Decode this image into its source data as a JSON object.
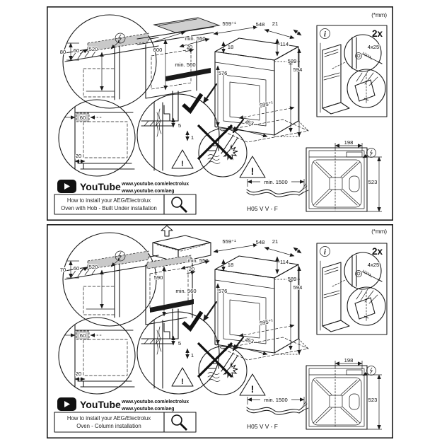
{
  "panels": [
    {
      "variant": "built-under",
      "units_note": "(*mm)",
      "top_detail": {
        "height_clearance": "80",
        "front_offset": "60",
        "depth": "520"
      },
      "corner_detail": {
        "side_clearance": "60",
        "plinth_recess": "20"
      },
      "cabinet": {
        "niche_height": "600",
        "niche_depth": "min. 550",
        "vent_gap": "20",
        "niche_width": "min. 560"
      },
      "oven": {
        "top_width": "559⁺¹",
        "top_depth": "548",
        "rear_gap": "21",
        "top_inset": "18",
        "control_height": "114",
        "front_height": "576",
        "body_height": "589",
        "total_height": "594",
        "front_width": "595⁺¹",
        "base_depth": "453"
      },
      "clamp_detail": {
        "top_gap": "5",
        "front_gap": "1"
      },
      "warning": {
        "exclamation": "!"
      },
      "cable": {
        "min_length": "min. 1500",
        "type": "H05 V V - F"
      },
      "hardware": {
        "info": "i",
        "quantity": "2x",
        "screw_size": "4x25"
      },
      "rear_view": {
        "terminal_offset": "198",
        "height": "523"
      },
      "youtube": {
        "brand": "YouTube",
        "url_primary": "www.youtube.com/electrolux",
        "url_secondary": "www.youtube.com/aeg",
        "caption_line1": "How to install your AEG/Electrolux",
        "caption_line2": "Oven with Hob - Built Under installation"
      }
    },
    {
      "variant": "column",
      "units_note": "(*mm)",
      "top_detail": {
        "height_clearance": "70",
        "front_offset": "60",
        "depth": "520"
      },
      "corner_detail": {
        "side_clearance": "60",
        "plinth_recess": "20"
      },
      "cabinet": {
        "niche_height": "590",
        "niche_depth": "min. 550",
        "vent_gap": "20",
        "niche_width": "min. 560"
      },
      "oven": {
        "top_width": "559⁺¹",
        "top_depth": "548",
        "rear_gap": "21",
        "top_inset": "18",
        "control_height": "114",
        "front_height": "576",
        "body_height": "589",
        "total_height": "594",
        "front_width": "595⁺¹",
        "base_depth": "453"
      },
      "clamp_detail": {
        "top_gap": "5",
        "front_gap": "1"
      },
      "warning": {
        "exclamation": "!"
      },
      "cable": {
        "min_length": "min. 1500",
        "type": "H05 V V - F"
      },
      "hardware": {
        "info": "i",
        "quantity": "2x",
        "screw_size": "4x25"
      },
      "rear_view": {
        "terminal_offset": "198",
        "height": "523"
      },
      "youtube": {
        "brand": "YouTube",
        "url_primary": "www.youtube.com/electrolux",
        "url_secondary": "www.youtube.com/aeg",
        "caption_line1": "How to install your AEG/Electrolux",
        "caption_line2": "Oven - Column installation"
      }
    }
  ],
  "colors": {
    "line": "#1a1a1a",
    "shade": "#c9c9c9",
    "background": "#ffffff"
  }
}
